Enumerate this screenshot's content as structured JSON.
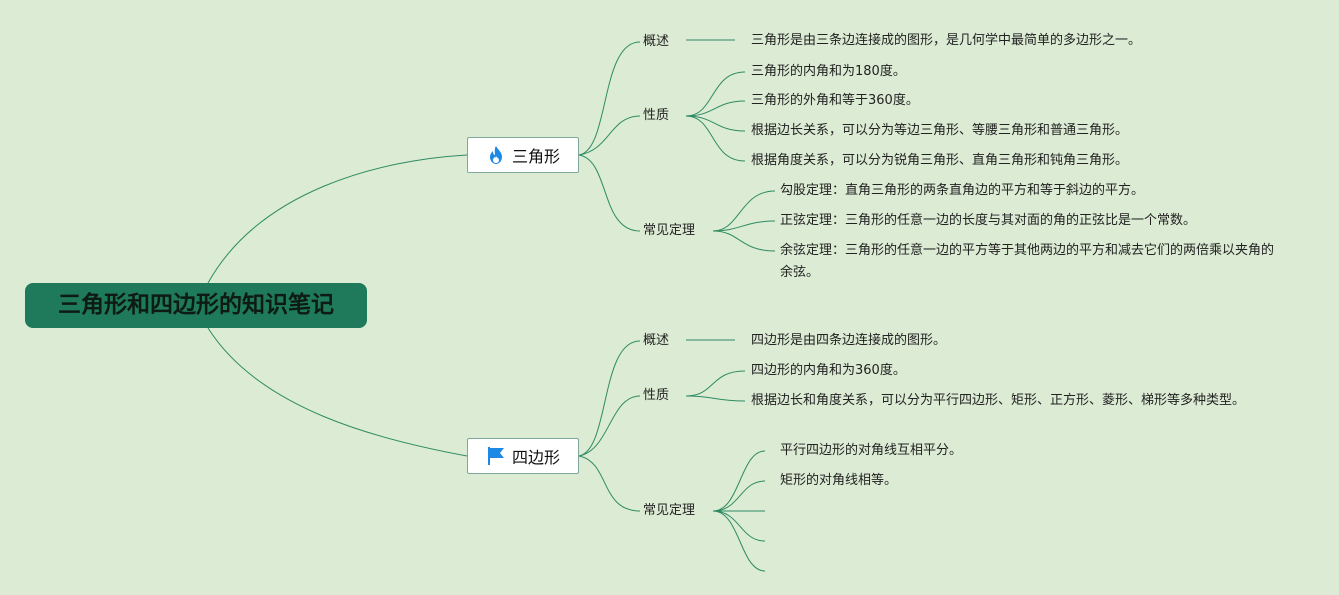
{
  "root": {
    "title": "三角形和四边形的知识笔记"
  },
  "branches": [
    {
      "title": "三角形",
      "icon": "fire-icon",
      "topics": [
        {
          "label": "概述",
          "items": [
            "三角形是由三条边连接成的图形，是几何学中最简单的多边形之一。"
          ]
        },
        {
          "label": "性质",
          "items": [
            "三角形的内角和为180度。",
            "三角形的外角和等于360度。",
            "根据边长关系，可以分为等边三角形、等腰三角形和普通三角形。",
            "根据角度关系，可以分为锐角三角形、直角三角形和钝角三角形。"
          ]
        },
        {
          "label": "常见定理",
          "items": [
            "勾股定理：直角三角形的两条直角边的平方和等于斜边的平方。",
            "正弦定理：三角形的任意一边的长度与其对面的角的正弦比是一个常数。",
            "余弦定理：三角形的任意一边的平方等于其他两边的平方和减去它们的两倍乘以夹角的余弦。"
          ]
        }
      ]
    },
    {
      "title": "四边形",
      "icon": "flag-icon",
      "topics": [
        {
          "label": "概述",
          "items": [
            "四边形是由四条边连接成的图形。"
          ]
        },
        {
          "label": "性质",
          "items": [
            "四边形的内角和为360度。",
            "根据边长和角度关系，可以分为平行四边形、矩形、正方形、菱形、梯形等多种类型。"
          ]
        },
        {
          "label": "常见定理",
          "items": [
            "平行四边形的对角线互相平分。",
            "矩形的对角线相等。",
            "",
            "",
            ""
          ]
        }
      ]
    }
  ],
  "colors": {
    "background": "#dcebd4",
    "root_fill": "#1e7a5a",
    "line": "#2e8b63"
  }
}
